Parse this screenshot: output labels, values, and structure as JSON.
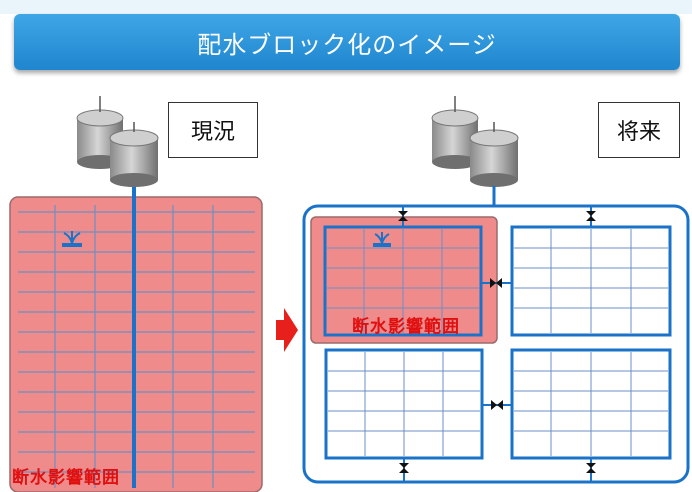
{
  "banner": {
    "title": "配水ブロック化のイメージ"
  },
  "labels": {
    "current": "現況",
    "future": "将来"
  },
  "zones": {
    "outage_left": "断水影響範囲",
    "outage_right": "断水影響範囲"
  },
  "colors": {
    "banner": "#1f86cf",
    "outage_fill": "#f08b8b",
    "pipe_blue": "#1a73c8",
    "arrow_red": "#e8201c",
    "outage_text": "#e01010"
  },
  "icons": [
    "water-tank-icon",
    "fountain-icon",
    "valve-icon",
    "right-arrow-icon"
  ]
}
